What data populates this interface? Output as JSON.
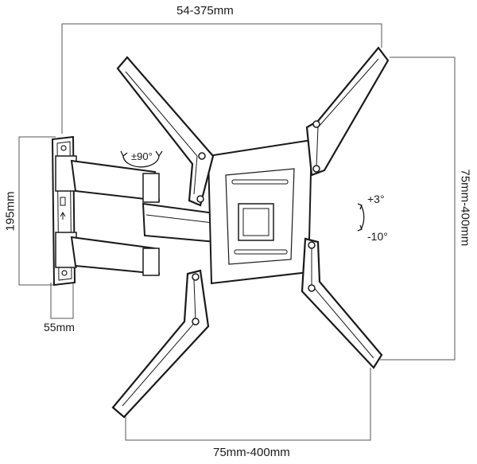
{
  "dimensions": {
    "vesa_horizontal_top": "54-375mm",
    "vesa_horizontal_bottom": "75mm-400mm",
    "vesa_vertical": "75mm-400mm",
    "wall_plate_height": "195mm",
    "wall_plate_depth": "55mm"
  },
  "rotations": {
    "swivel": "±90°",
    "tilt_up": "+3°",
    "tilt_down": "-10°"
  },
  "colors": {
    "line": "#1a1a1a",
    "fill": "#ffffff",
    "dim_line": "#555555"
  }
}
